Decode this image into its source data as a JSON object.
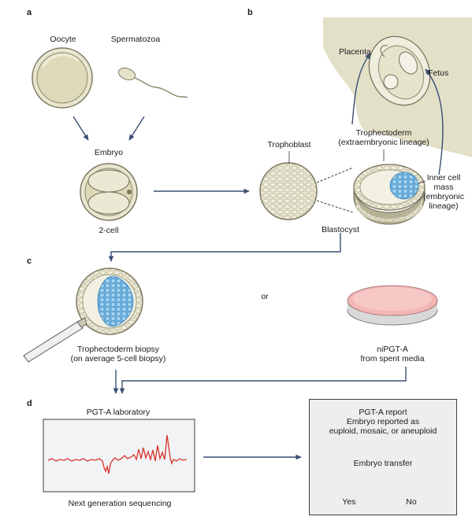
{
  "panels": {
    "a": "a",
    "b": "b",
    "c": "c",
    "d": "d"
  },
  "panel_a": {
    "oocyte": "Oocyte",
    "spermatozoa": "Spermatozoa",
    "embryo": "Embryo",
    "two_cell": "2-cell"
  },
  "panel_b": {
    "placenta": "Placenta",
    "fetus": "Fetus",
    "trophectoderm": [
      "Trophectoderm",
      "(extraembryonic lineage)"
    ],
    "trophoblast": "Trophoblast",
    "inner_cell_mass": [
      "Inner cell",
      "mass",
      "(embryonic",
      "lineage)"
    ],
    "blastocyst": "Blastocyst"
  },
  "panel_c": {
    "or": "or",
    "biopsy": [
      "Trophectoderm biopsy",
      "(on average 5-cell biopsy)"
    ],
    "nipgt": [
      "niPGT-A",
      "from spent media"
    ]
  },
  "panel_d": {
    "lab_title": "PGT-A laboratory",
    "ngs": "Next generation sequencing",
    "report": [
      "PGT-A report",
      "Embryo reported as",
      "euploid, mosaic, or aneuploid"
    ],
    "transfer": "Embryo transfer",
    "yes": "Yes",
    "no": "No"
  },
  "colors": {
    "arrow": "#3a4e73",
    "cell_fill": "#e7e4cf",
    "icm_blue": "#8ec5ea",
    "trace_red": "#d6342c",
    "dish_pink": "#f2b6b4"
  }
}
